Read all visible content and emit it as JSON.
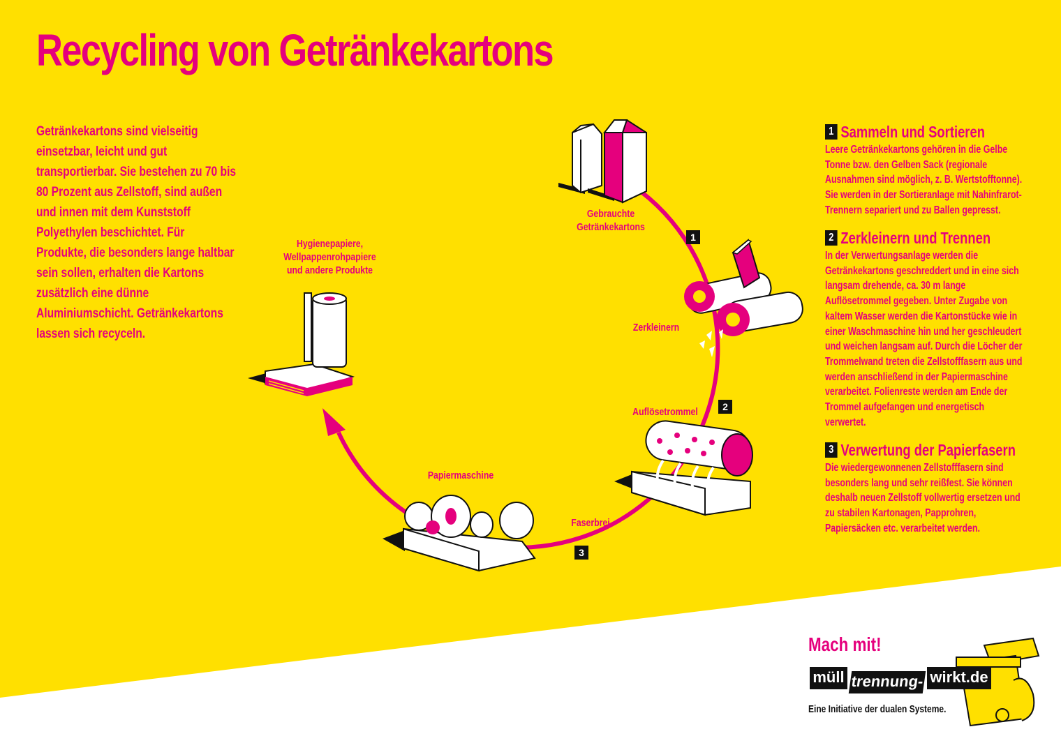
{
  "title": "Recycling von Getränkekartons",
  "intro": "Getränkekartons sind vielseitig einsetzbar, leicht und gut transportierbar. Sie bestehen zu 70 bis 80 Prozent aus Zellstoff, sind außen und innen mit dem Kunststoff Polyethylen beschichtet. Für Produkte, die besonders lange haltbar sein sollen, erhalten die Kartons zusätzlich eine dünne Aluminiumschicht. Getränkekartons lassen sich recyceln.",
  "cycle": {
    "labels": {
      "used": "Gebrauchte Getränkekartons",
      "shred": "Zerkleinern",
      "drum": "Auflösetrommel",
      "pulp": "Faserbrei",
      "papermachine": "Papiermaschine",
      "products": "Hygienepapiere, Wellpappenrohpapiere und andere Produkte"
    },
    "markers": [
      "1",
      "2",
      "3"
    ]
  },
  "steps": [
    {
      "num": "1",
      "title": "Sammeln und Sortieren",
      "text": "Leere Getränkekartons gehören in die Gelbe Tonne bzw. den Gelben Sack (regionale Ausnahmen sind möglich, z. B. Wertstofftonne). Sie werden in der Sortieranlage mit Nahinfrarot-Trennern separiert und zu Ballen gepresst."
    },
    {
      "num": "2",
      "title": "Zerkleinern und Trennen",
      "text": "In der Verwertungsanlage werden die Getränkekartons geschreddert und in eine sich langsam drehende, ca. 30 m lange Auflösetrommel gegeben. Unter Zugabe von kaltem Wasser werden die Kartonstücke wie in einer Waschmaschine hin und her geschleudert und weichen langsam auf. Durch die Löcher der Trommelwand treten die Zellstofffasern aus und werden anschließend in der Papiermaschine verarbeitet. Folienreste werden am Ende der Trommel aufgefangen und energetisch verwertet."
    },
    {
      "num": "3",
      "title": "Verwertung der Papierfasern",
      "text": "Die wiedergewonnenen Zellstofffasern sind besonders lang und sehr reißfest. Sie können deshalb neuen Zellstoff vollwertig ersetzen und zu stabilen Kartonagen, Papprohren, Papiersäcken etc. verarbeitet werden."
    }
  ],
  "footer": {
    "callout": "Mach mit!",
    "logo": [
      "müll",
      "trennung-",
      "wirkt.de"
    ],
    "initiative": "Eine Initiative der dualen Systeme."
  },
  "colors": {
    "background": "#FFE000",
    "accent": "#E5007D",
    "dark": "#111111",
    "white": "#FFFFFF"
  }
}
